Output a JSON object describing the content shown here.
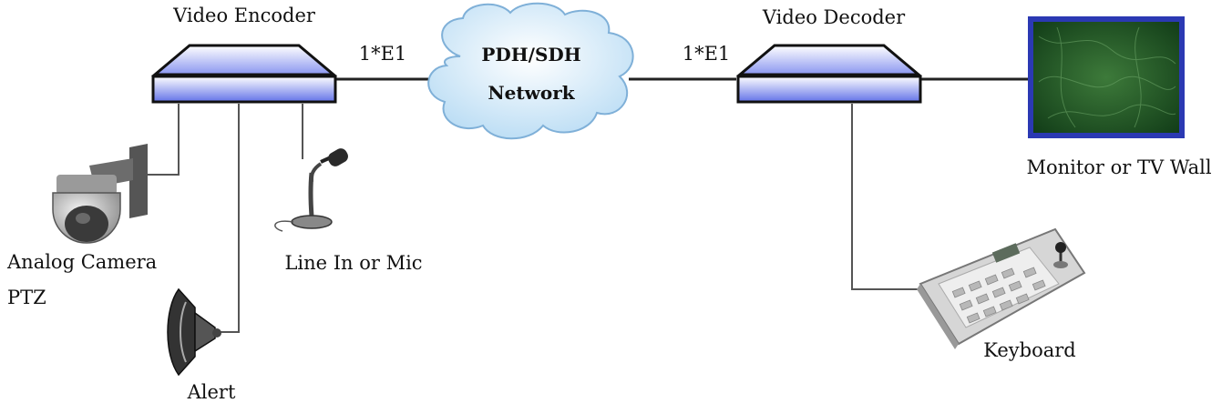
{
  "encoder": {
    "label": "Video Encoder"
  },
  "decoder": {
    "label": "Video Decoder"
  },
  "links": {
    "left_label": "1*E1",
    "right_label": "1*E1"
  },
  "network": {
    "line1": "PDH/SDH",
    "line2": "Network"
  },
  "devices": {
    "camera_line1": "Analog Camera",
    "camera_line2": "PTZ",
    "alert": "Alert",
    "mic": "Line In or Mic",
    "monitor": "Monitor or TV Wall",
    "keyboard": "Keyboard"
  },
  "colors": {
    "device_gradient_top": "#ffffff",
    "device_gradient_bottom": "#5f6fe6",
    "cloud_fill": "#cfe6f7",
    "monitor_frame": "#2b39b3",
    "monitor_screen": "#1f4a22"
  }
}
